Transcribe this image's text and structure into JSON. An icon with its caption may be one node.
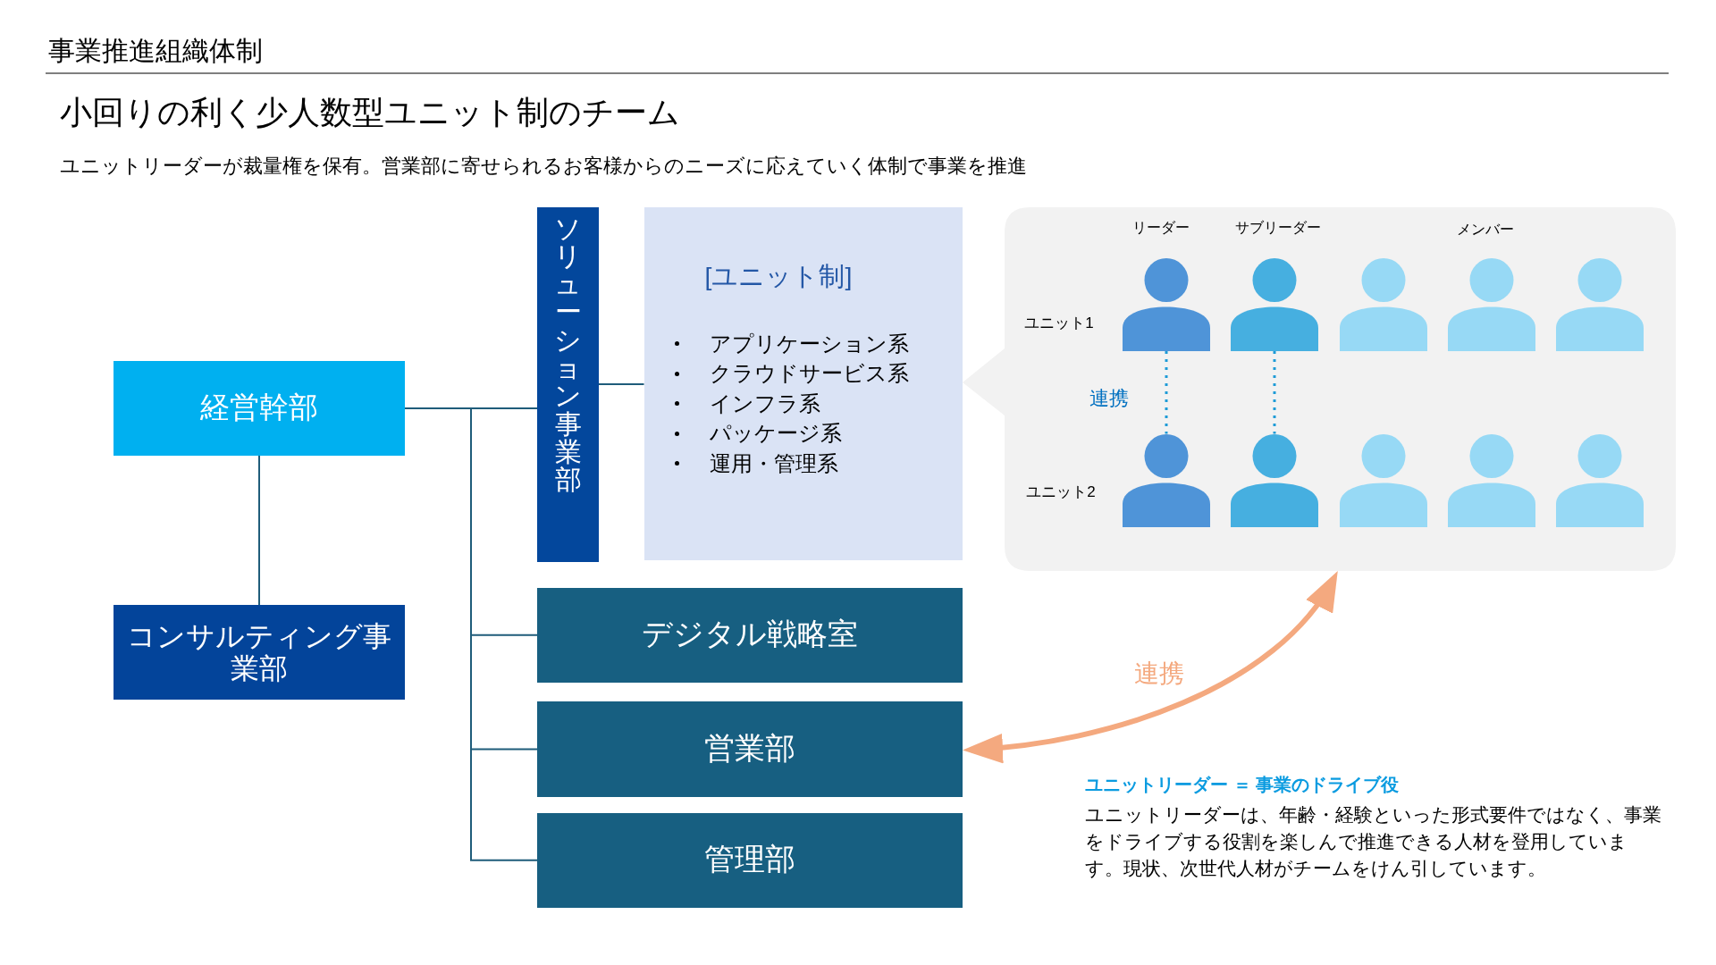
{
  "diagram": {
    "title": "事業推進組織体制",
    "nodes": [
      {
        "text": [
          "経営幹部"
        ]
      },
      {
        "text": [
          "コンサルティング事業部"
        ]
      },
      {
        "text": [
          "ソリューション事業部"
        ]
      },
      {
        "text": [
          "[ユニット制]",
          "アプリケーション系",
          "クラウドサービス系",
          "インフラ系",
          "パッケージ系",
          "運用・管理系"
        ]
      },
      {
        "text": [
          "デジタル戦略室"
        ]
      },
      {
        "text": [
          "営業部"
        ]
      },
      {
        "text": [
          "管理部"
        ]
      },
      {
        "text": [
          "リーダー",
          "サブリーダー",
          "メンバー",
          "ユニット1",
          "連携",
          "ユニット2"
        ]
      },
      {
        "text": [],
        "shape": "person",
        "in": 7
      },
      {
        "text": [],
        "shape": "person",
        "in": 7
      },
      {
        "text": [],
        "shape": "person",
        "in": 7
      },
      {
        "text": [],
        "shape": "person",
        "in": 7
      },
      {
        "text": [],
        "shape": "person",
        "in": 7
      },
      {
        "text": [],
        "shape": "person",
        "in": 7
      },
      {
        "text": [],
        "shape": "person",
        "in": 7
      },
      {
        "text": [],
        "shape": "person",
        "in": 7
      },
      {
        "text": [],
        "shape": "person",
        "in": 7
      },
      {
        "text": [],
        "shape": "person",
        "in": 7
      }
    ],
    "edges": [
      {
        "from": 0,
        "to": 1,
        "arrow": "none"
      },
      {
        "from": 0,
        "to": 2,
        "arrow": "none"
      },
      {
        "from": 0,
        "to": 4,
        "arrow": "none"
      },
      {
        "from": 0,
        "to": 5,
        "arrow": "none"
      },
      {
        "from": 0,
        "to": 6,
        "arrow": "none"
      },
      {
        "from": 2,
        "to": 3,
        "arrow": "none"
      },
      {
        "from": 5,
        "to": 7,
        "arrow": "both",
        "label": "連携",
        "style": "thick",
        "color": "#f4a97f"
      },
      {
        "from": 8,
        "to": 13,
        "arrow": "none",
        "style": "dashed",
        "color": "#1e9bd7"
      },
      {
        "from": 9,
        "to": 14,
        "arrow": "none",
        "style": "dashed",
        "color": "#1e9bd7"
      }
    ],
    "labels": [
      "小回りの利く少人数型ユニット制のチーム",
      "ユニットリーダーが裁量権を保有。営業部に寄せられるお客様からのニーズに応えていく体制で事業を推進",
      "ユニットリーダー ＝ 事業のドライブ役",
      "ユニットリーダーは、年齢・経験といった形式要件ではなく、事業をドライブする役割を楽しんで推進できる人材を登用しています。現状、次世代人材がチームをけん引しています。"
    ]
  }
}
